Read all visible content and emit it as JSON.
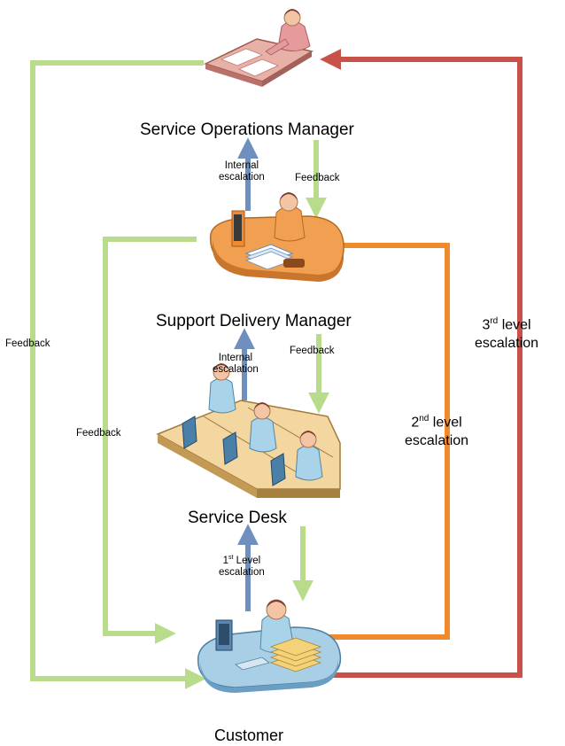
{
  "roles": {
    "service_operations_manager": "Service Operations Manager",
    "support_delivery_manager": "Support Delivery Manager",
    "service_desk": "Service Desk",
    "customer": "Customer"
  },
  "labels": {
    "internal_escalation_upper": [
      "Internal",
      "escalation"
    ],
    "feedback_upper": "Feedback",
    "internal_escalation_lower": [
      "Internal",
      "escalation"
    ],
    "feedback_lower": "Feedback",
    "first_level": {
      "sup": "st",
      "pre": "1",
      "rest": " Level",
      "line2": "escalation"
    },
    "second_level": {
      "pre": "2",
      "sup": "nd",
      "rest": " level",
      "line2": "escalation"
    },
    "third_level": {
      "pre": "3",
      "sup": "rd",
      "rest": " level",
      "line2": "escalation"
    },
    "feedback_outer": "Feedback",
    "feedback_inner": "Feedback"
  },
  "colors": {
    "feedback_green": "#b9dc8c",
    "internal_blue": "#6f8fbf",
    "second_level_orange": "#ef8a2e",
    "third_level_red": "#c8524a",
    "desk_orange": "#f0a050",
    "person_pink": "#e59b9b",
    "person_blue": "#a9d3e8"
  }
}
